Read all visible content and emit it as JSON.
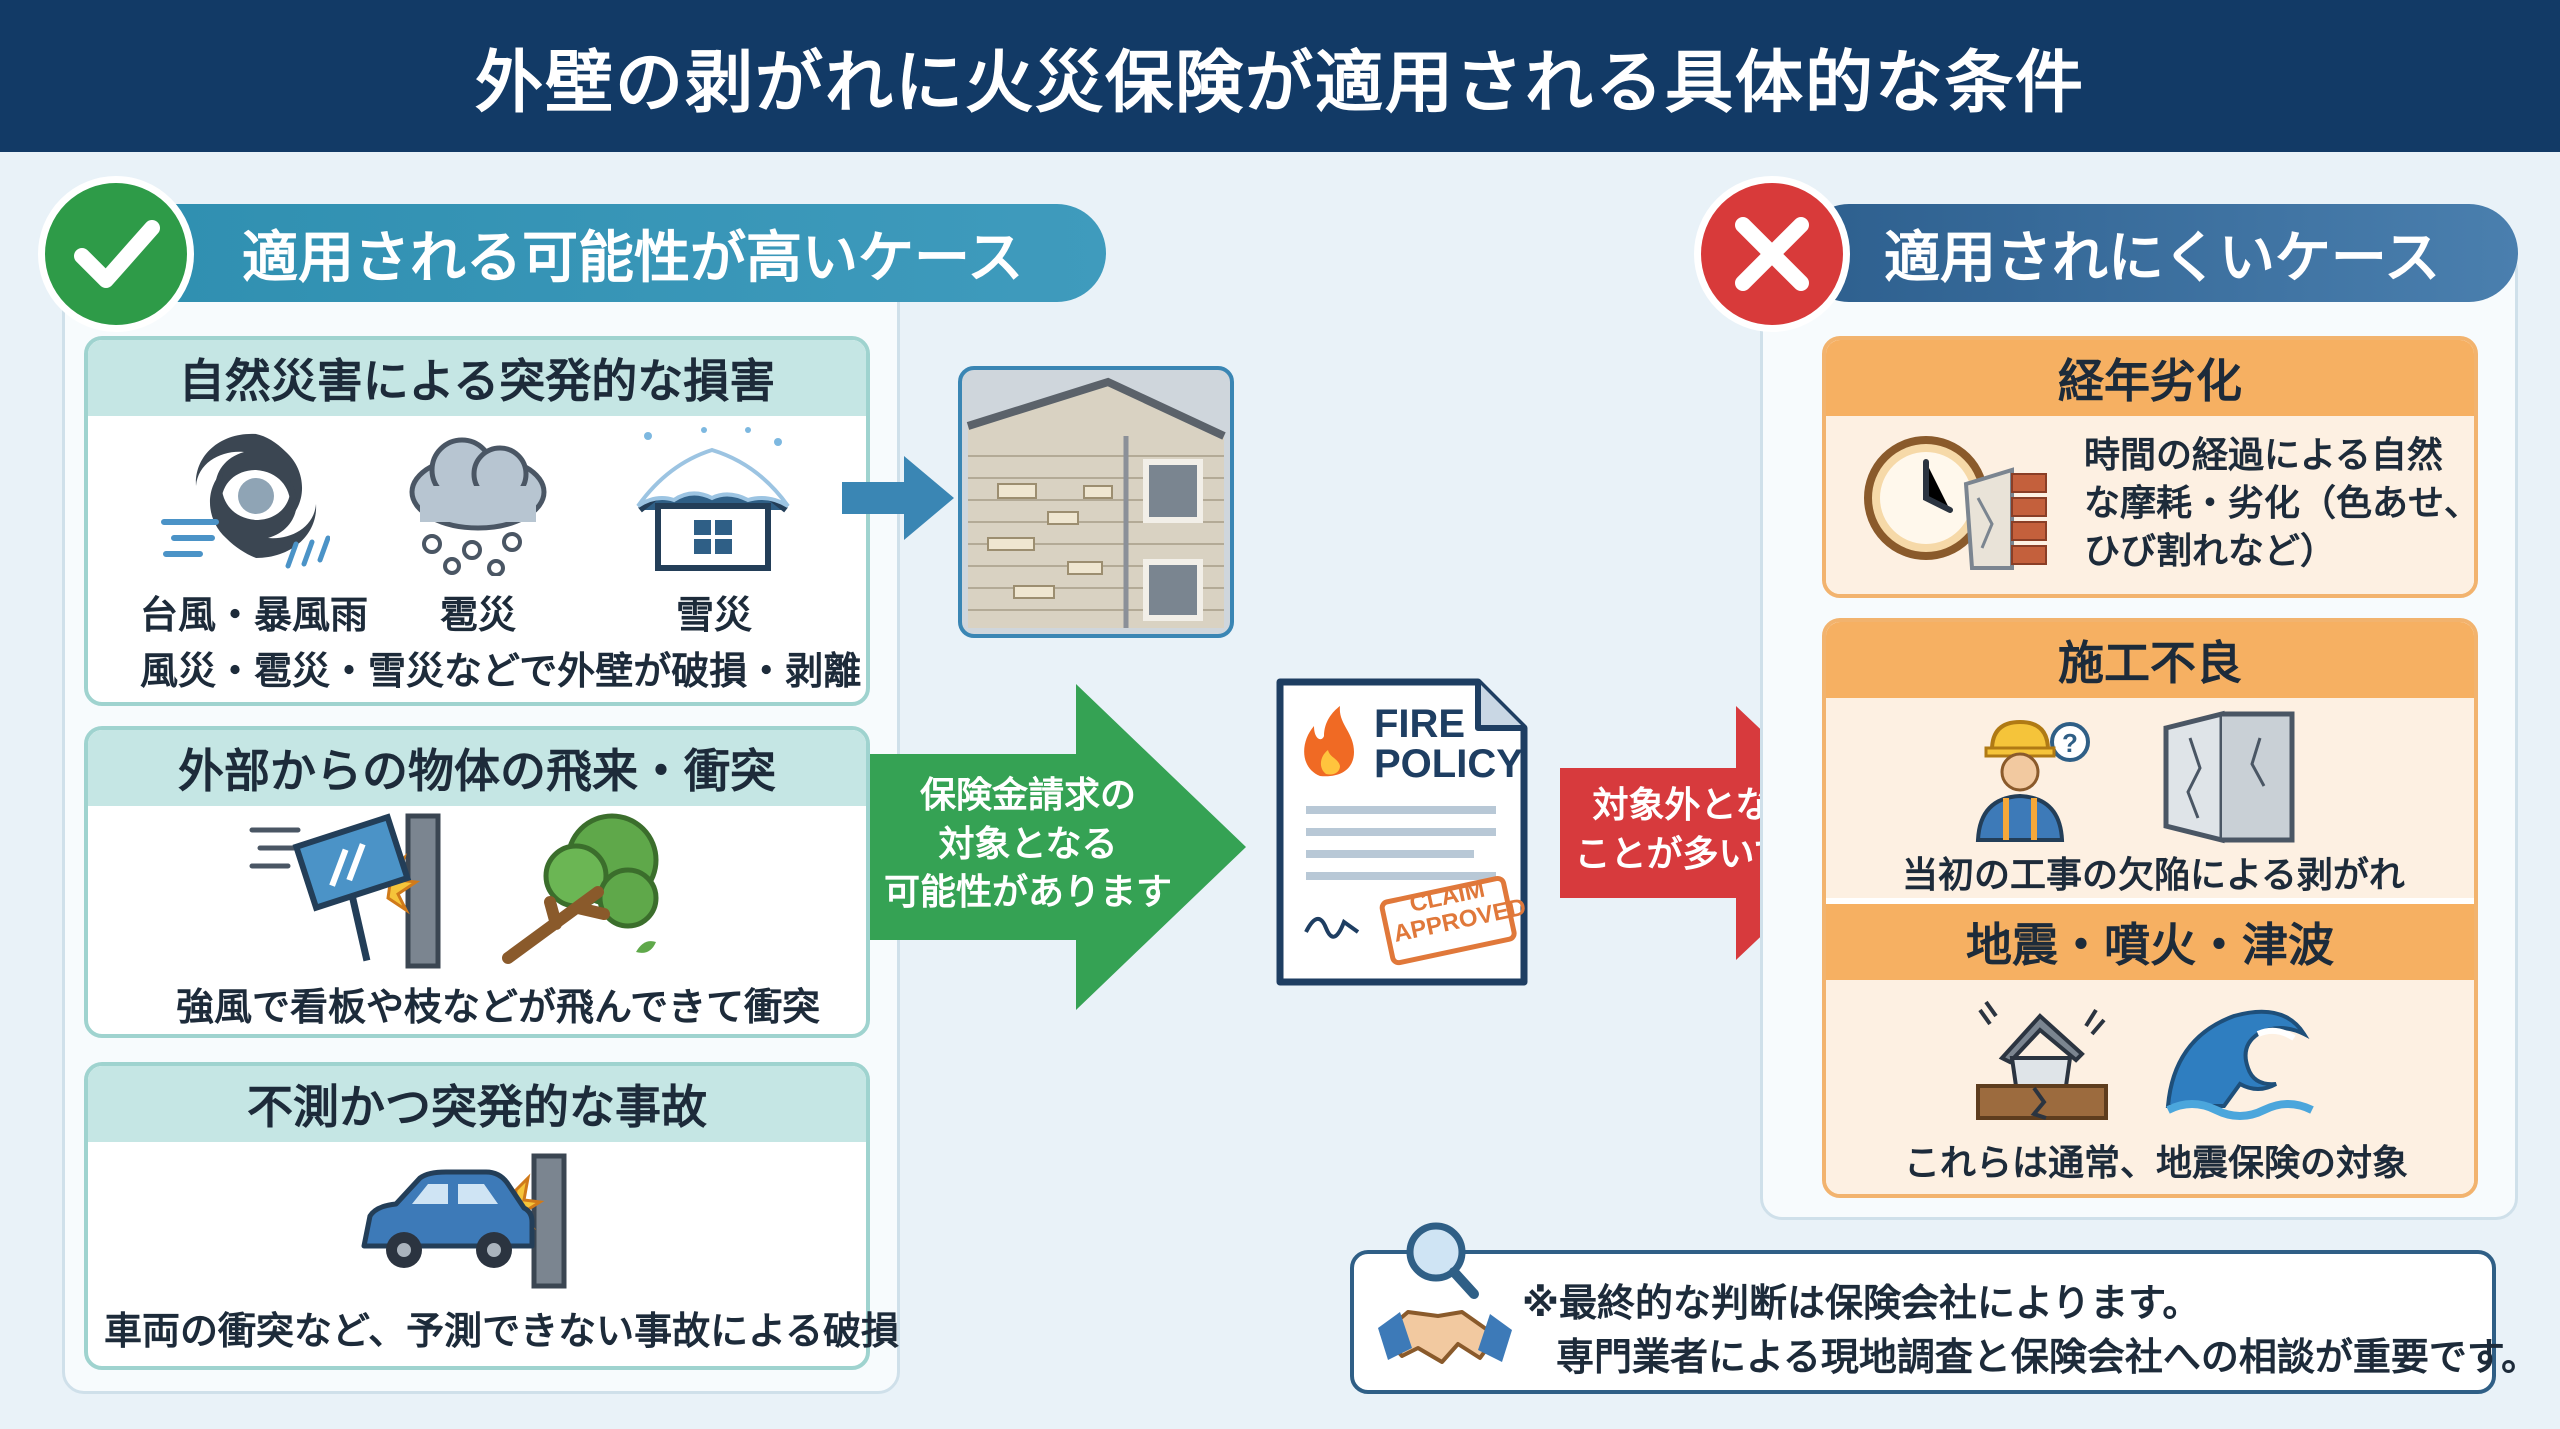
{
  "title": "外壁の剥がれに火災保険が適用される具体的な条件",
  "left_section": {
    "heading": "適用される可能性が高いケース",
    "badge_icon": "check-icon",
    "cards": [
      {
        "title": "自然災害による突発的な損害",
        "icons": [
          {
            "icon": "typhoon-icon",
            "label": "台風・暴風雨"
          },
          {
            "icon": "hail-cloud-icon",
            "label": "雹災"
          },
          {
            "icon": "snow-house-icon",
            "label": "雪災"
          }
        ],
        "caption": "風災・雹災・雪災などで外壁が破損・剥離"
      },
      {
        "title": "外部からの物体の飛来・衝突",
        "icons": [
          {
            "icon": "flying-signboard-icon"
          },
          {
            "icon": "falling-tree-icon"
          }
        ],
        "caption": "強風で看板や枝などが飛んできて衝突"
      },
      {
        "title": "不測かつ突発的な事故",
        "icons": [
          {
            "icon": "car-crash-icon"
          }
        ],
        "caption": "車両の衝突など、予測できない事故による破損"
      }
    ]
  },
  "center": {
    "green_arrow_text": [
      "保険金請求の",
      "対象となる",
      "可能性があります"
    ],
    "red_arrow_text": [
      "対象外となる",
      "ことが多いです"
    ],
    "document": {
      "line1": "FIRE",
      "line2": "POLICY",
      "stamp1": "CLAIM",
      "stamp2": "APPROVED"
    }
  },
  "right_section": {
    "heading": "適用されにくいケース",
    "badge_icon": "cross-icon",
    "cards": [
      {
        "title": "経年劣化",
        "icons": [
          {
            "icon": "clock-icon"
          },
          {
            "icon": "cracked-wall-icon"
          }
        ],
        "text": [
          "時間の経過による自然",
          "な摩耗・劣化（色あせ、",
          "ひび割れなど）"
        ]
      },
      {
        "title": "施工不良",
        "icons": [
          {
            "icon": "worker-question-icon"
          },
          {
            "icon": "cracked-panel-icon"
          }
        ],
        "caption": "当初の工事の欠陥による剥がれ"
      },
      {
        "title": "地震・噴火・津波",
        "icons": [
          {
            "icon": "earthquake-house-icon"
          },
          {
            "icon": "tsunami-wave-icon"
          }
        ],
        "caption": "これらは通常、地震保険の対象"
      }
    ]
  },
  "note": {
    "icon": "handshake-magnifier-icon",
    "line1": "※最終的な判断は保険会社によります。",
    "line2": "専門業者による現地調査と保険会社への相談が重要です。"
  },
  "colors": {
    "title_bar": "#123a66",
    "left_header": "#2f8fb0",
    "right_header": "#3d6f9c",
    "check_badge": "#2e9b48",
    "cross_badge": "#d83a3a",
    "green_arrow": "#35a254",
    "red_arrow": "#d73a3d",
    "orange_card": "#f6b062"
  }
}
